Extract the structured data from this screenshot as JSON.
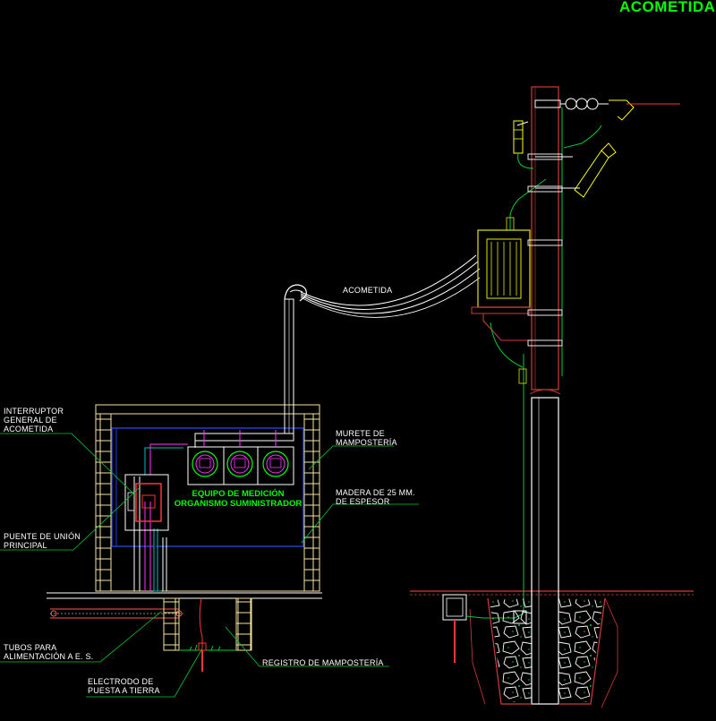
{
  "title": "ACOMETIDA",
  "labels": {
    "acometida_wire": "ACOMETIDA",
    "interruptor": [
      "INTERRUPTOR",
      "GENERAL DE",
      "ACOMETIDA"
    ],
    "puente": [
      "PUENTE DE UNIÓN",
      "PRINCIPAL"
    ],
    "tubos": [
      "TUBOS PARA",
      "ALIMENTACIÓN A E. S."
    ],
    "electrodo": [
      "ELECTRODO DE",
      "PUESTA A TIERRA"
    ],
    "registro": "REGISTRO DE MAMPOSTERÍA",
    "murete": [
      "MURETE DE",
      "MAMPOSTERÍA"
    ],
    "madera": [
      "MADERA DE 25 MM.",
      "DE ESPESOR"
    ],
    "equipo": [
      "EQUIPO DE MEDICIÓN",
      "ORGANISMO SUMINISTRADOR"
    ]
  },
  "colors": {
    "background": "#000000",
    "title": "#00ff00",
    "brick": "#f2e59a",
    "pole": "#d23a3a",
    "ground_wire": "#00cc33",
    "conduit": "#ffffff",
    "cyan": "#00bfbf",
    "magenta": "#ff33ff",
    "blue": "#2d4bff",
    "transformer": "#e6e600"
  }
}
